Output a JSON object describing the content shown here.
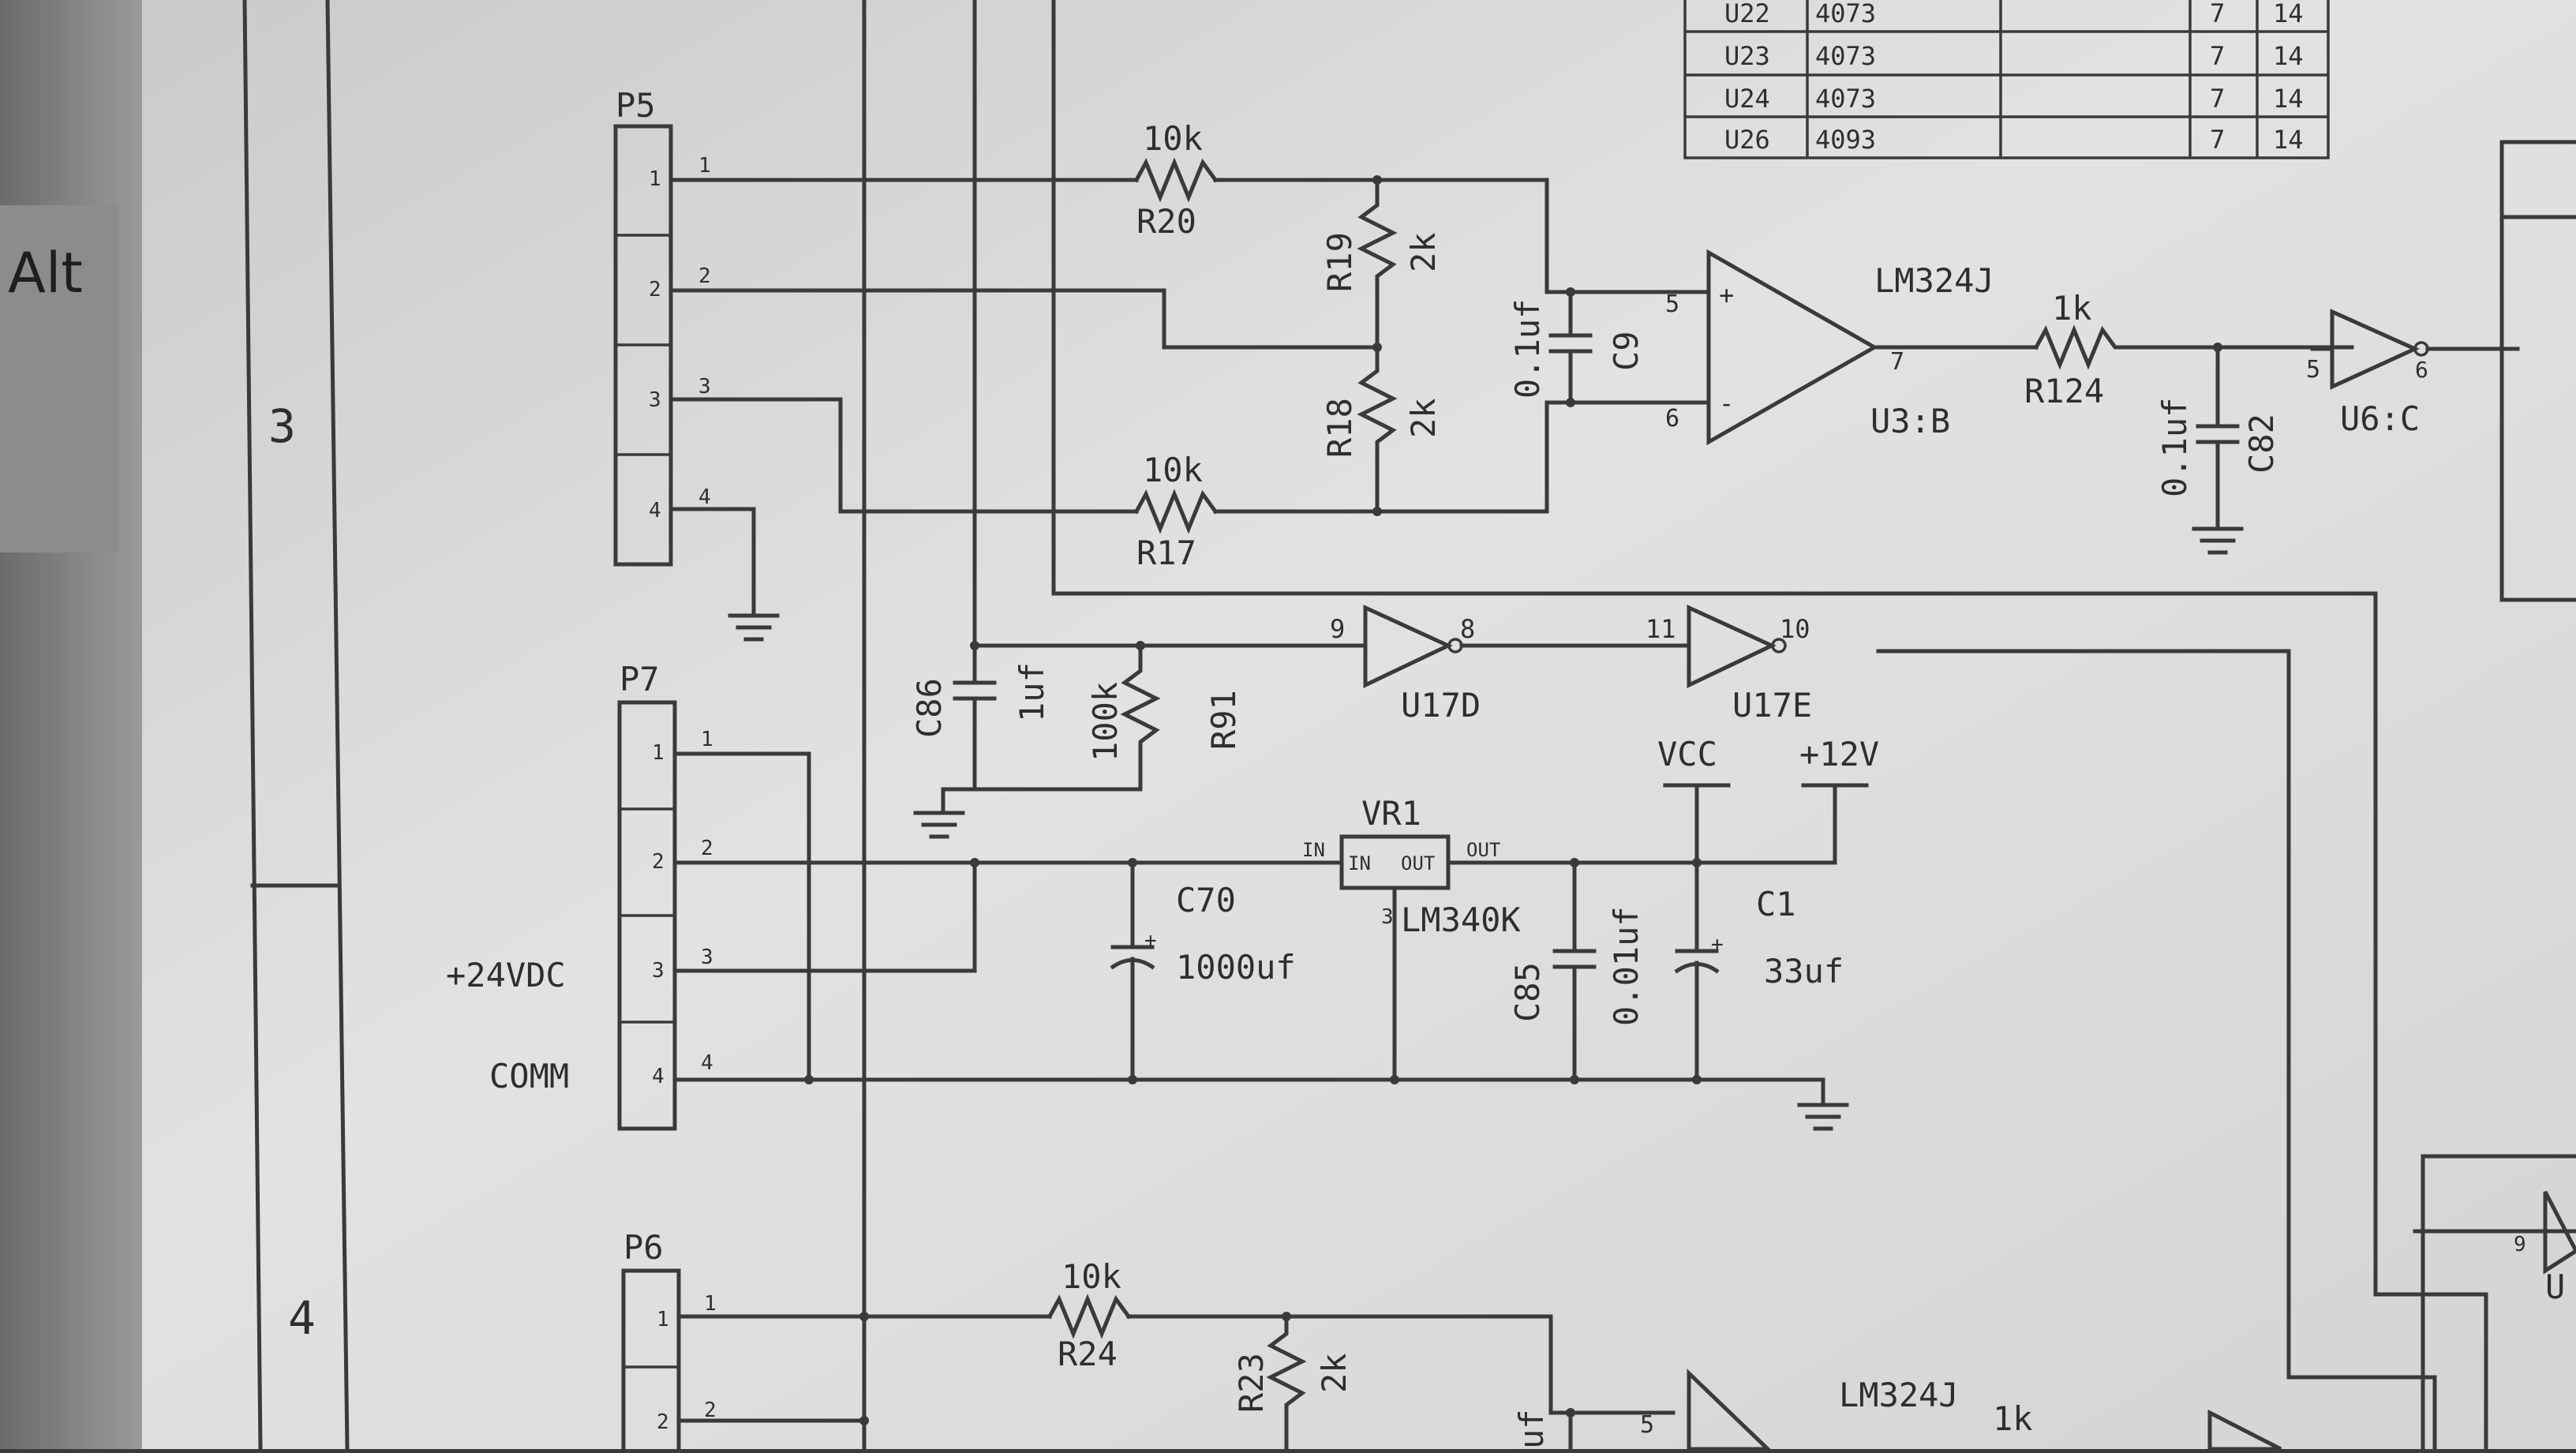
{
  "sheet": {
    "section_numbers": [
      "3",
      "4"
    ],
    "side_text": "Alt"
  },
  "table": {
    "rows": [
      {
        "ref": "U22",
        "part": "4073",
        "gnd": "7",
        "vcc": "14"
      },
      {
        "ref": "U23",
        "part": "4073",
        "gnd": "7",
        "vcc": "14"
      },
      {
        "ref": "U24",
        "part": "4073",
        "gnd": "7",
        "vcc": "14"
      },
      {
        "ref": "U26",
        "part": "4093",
        "gnd": "7",
        "vcc": "14"
      }
    ]
  },
  "connectors": {
    "p5": {
      "name": "P5",
      "pins": [
        "1",
        "2",
        "3",
        "4"
      ]
    },
    "p7": {
      "name": "P7",
      "pins": [
        "1",
        "2",
        "3",
        "4"
      ],
      "labels": [
        "+24VDC",
        "COMM"
      ]
    },
    "p6": {
      "name": "P6",
      "pins": [
        "1",
        "2"
      ]
    }
  },
  "resistors": {
    "r20": {
      "ref": "R20",
      "value": "10k"
    },
    "r19": {
      "ref": "R19",
      "value": "2k"
    },
    "r18": {
      "ref": "R18",
      "value": "2k"
    },
    "r17": {
      "ref": "R17",
      "value": "10k"
    },
    "r124": {
      "ref": "R124",
      "value": "1k"
    },
    "r91": {
      "ref": "R91",
      "value": "100k"
    },
    "r24": {
      "ref": "R24",
      "value": "10k"
    },
    "r23": {
      "ref": "R23",
      "value": "2k"
    },
    "r_bottom": {
      "value": "1k"
    }
  },
  "capacitors": {
    "c9": {
      "ref": "C9",
      "value": "0.1uf"
    },
    "c82": {
      "ref": "C82",
      "value": "0.1uf"
    },
    "c86": {
      "ref": "C86",
      "value": "1uf"
    },
    "c70": {
      "ref": "C70",
      "value": "1000uf"
    },
    "c85": {
      "ref": "C85",
      "value": "0.01uf"
    },
    "c1": {
      "ref": "C1",
      "value": "33uf"
    },
    "c_bottom": {
      "value": "uf"
    }
  },
  "ics": {
    "u3b": {
      "ref": "U3:B",
      "part": "LM324J",
      "pin_plus": "5",
      "pin_minus": "6",
      "pin_out": "7"
    },
    "u6c": {
      "ref": "U6:C",
      "pin_in": "5",
      "pin_out": "6"
    },
    "u17d": {
      "ref": "U17D",
      "pin_in": "9",
      "pin_out": "8"
    },
    "u17e": {
      "ref": "U17E",
      "pin_in": "11",
      "pin_out": "10"
    },
    "vr1": {
      "ref": "VR1",
      "part": "LM340K",
      "in_label": "IN",
      "out_label": "OUT",
      "pin_gnd": "3"
    },
    "u_bottom": {
      "part": "LM324J",
      "pin": "5"
    },
    "u_right": {
      "pin": "9",
      "ref": "U"
    }
  },
  "power": {
    "vcc": "VCC",
    "plus12": "+12V"
  }
}
